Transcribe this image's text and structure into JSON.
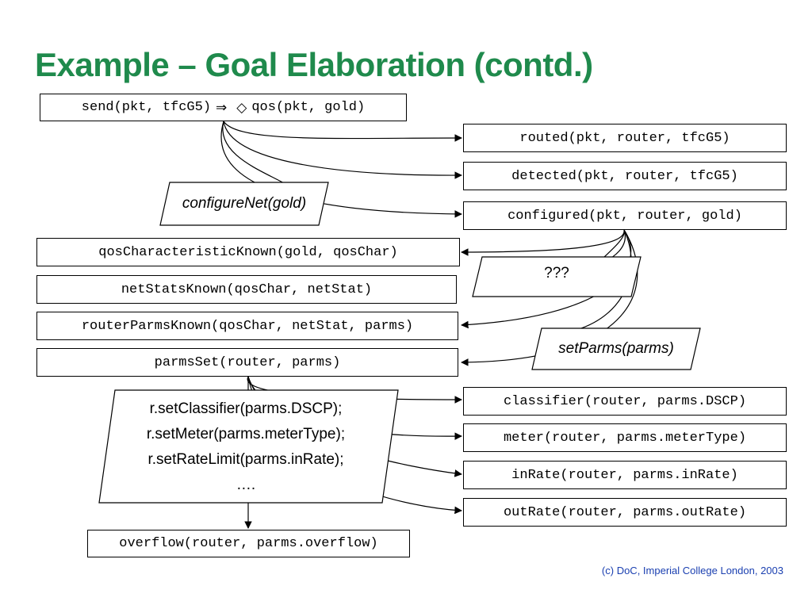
{
  "title": "Example – Goal Elaboration (contd.)",
  "root_goal": {
    "left": "send(pkt, tfcG5)",
    "implies_symbol": "⇒",
    "eventually_symbol": "◇",
    "right": "qos(pkt, gold)"
  },
  "right_goals_top": [
    "routed(pkt, router, tfcG5)",
    "detected(pkt, router, tfcG5)",
    "configured(pkt, router, gold)"
  ],
  "left_goals": [
    "qosCharacteristicKnown(gold, qosChar)",
    "netStatsKnown(qosChar, netStat)",
    "routerParmsKnown(qosChar, netStat, parms)",
    "parmsSet(router, parms)"
  ],
  "operations": {
    "configure_net": "configureNet(gold)",
    "unknown": "???",
    "set_parms": "setParms(parms)"
  },
  "code_block": [
    "r.setClassifier(parms.DSCP);",
    "r.setMeter(parms.meterType);",
    "r.setRateLimit(parms.inRate);",
    "…."
  ],
  "right_goals_bottom": [
    "classifier(router, parms.DSCP)",
    "meter(router, parms.meterType)",
    "inRate(router, parms.inRate)",
    "outRate(router, parms.outRate)"
  ],
  "overflow_goal": "overflow(router, parms.overflow)",
  "footer": "(c) DoC, Imperial College London, 2003"
}
